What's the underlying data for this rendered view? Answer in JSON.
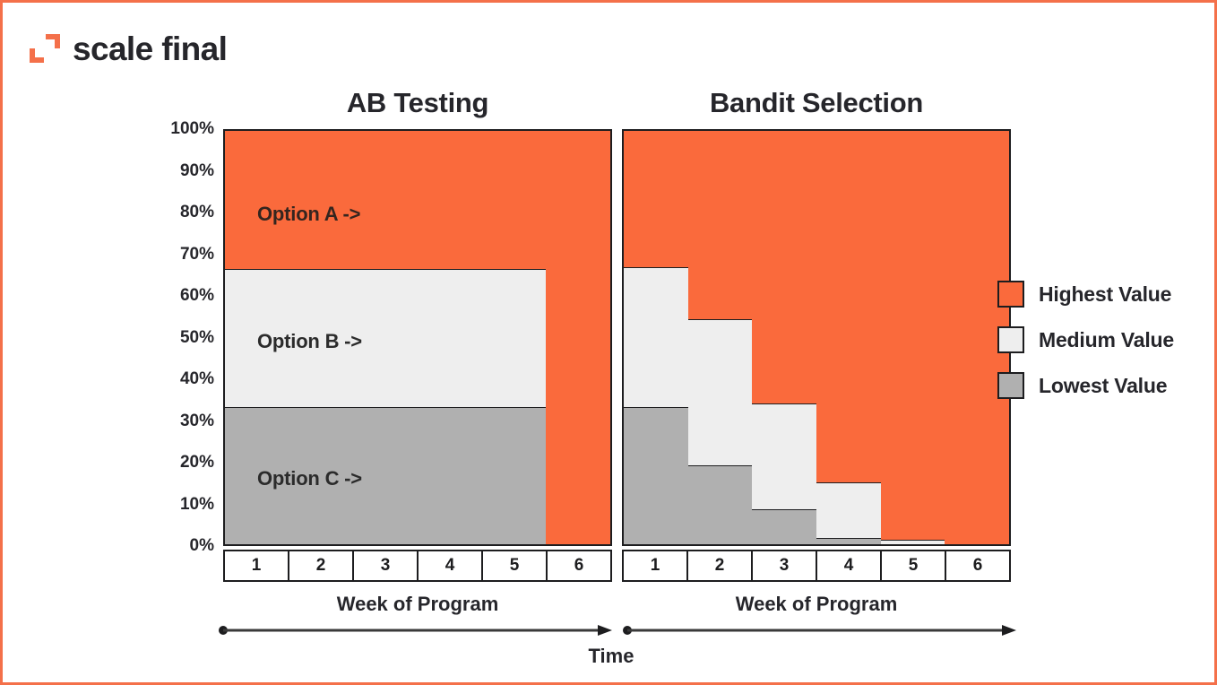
{
  "brand": {
    "name": "scale final",
    "logo_icon": "corner-brackets-icon",
    "accent_color": "#f4704a"
  },
  "colors": {
    "highest": "#fa6a3c",
    "medium": "#eeeeee",
    "lowest": "#b0b0b0",
    "ink": "#1d1d1f",
    "border": "#f4704a"
  },
  "legend": {
    "position": "right",
    "items": [
      {
        "label": "Highest Value",
        "color": "#fa6a3c",
        "key": "highest"
      },
      {
        "label": "Medium Value",
        "color": "#eeeeee",
        "key": "medium"
      },
      {
        "label": "Lowest Value",
        "color": "#b0b0b0",
        "key": "lowest"
      }
    ]
  },
  "axis": {
    "y_ticks": [
      "100%",
      "90%",
      "80%",
      "70%",
      "60%",
      "50%",
      "40%",
      "30%",
      "20%",
      "10%",
      "0%"
    ],
    "y_values": [
      100,
      90,
      80,
      70,
      60,
      50,
      40,
      30,
      20,
      10,
      0
    ],
    "x_ticks": [
      "1",
      "2",
      "3",
      "4",
      "5",
      "6"
    ],
    "x_caption": "Week of Program",
    "time_label": "Time"
  },
  "panels": [
    {
      "id": "ab",
      "title": "AB Testing",
      "inline_labels": [
        {
          "text": "Option A ->",
          "series": "highest"
        },
        {
          "text": "Option B ->",
          "series": "medium"
        },
        {
          "text": "Option C ->",
          "series": "lowest"
        }
      ]
    },
    {
      "id": "bandit",
      "title": "Bandit Selection",
      "inline_labels": []
    }
  ],
  "chart_data": [
    {
      "type": "area",
      "id": "ab-testing",
      "title": "AB Testing",
      "xlabel": "Week of Program",
      "ylabel": "",
      "ylim": [
        0,
        100
      ],
      "grid": false,
      "legend": [
        "Highest Value",
        "Medium Value",
        "Lowest Value"
      ],
      "categories": [
        "1",
        "2",
        "3",
        "4",
        "5",
        "6"
      ],
      "stacked": true,
      "series": [
        {
          "name": "Lowest Value",
          "values": [
            33.3,
            33.3,
            33.3,
            33.3,
            33.3,
            0
          ]
        },
        {
          "name": "Medium Value",
          "values": [
            33.4,
            33.4,
            33.4,
            33.4,
            33.4,
            0
          ]
        },
        {
          "name": "Highest Value",
          "values": [
            33.3,
            33.3,
            33.3,
            33.3,
            33.3,
            100
          ]
        }
      ],
      "annotations": [
        "Option A ->",
        "Option B ->",
        "Option C ->"
      ]
    },
    {
      "type": "area",
      "id": "bandit-selection",
      "title": "Bandit Selection",
      "xlabel": "Week of Program",
      "ylabel": "",
      "ylim": [
        0,
        100
      ],
      "grid": false,
      "legend": [
        "Highest Value",
        "Medium Value",
        "Lowest Value"
      ],
      "categories": [
        "1",
        "2",
        "3",
        "4",
        "5",
        "6"
      ],
      "stacked": true,
      "series": [
        {
          "name": "Lowest Value",
          "values": [
            33.3,
            19.0,
            8.5,
            1.5,
            0,
            0
          ]
        },
        {
          "name": "Medium Value",
          "values": [
            33.7,
            35.5,
            25.5,
            13.5,
            1.0,
            0
          ]
        },
        {
          "name": "Highest Value",
          "values": [
            33.0,
            45.5,
            66.0,
            85.0,
            99.0,
            100
          ]
        }
      ],
      "annotations": []
    }
  ]
}
